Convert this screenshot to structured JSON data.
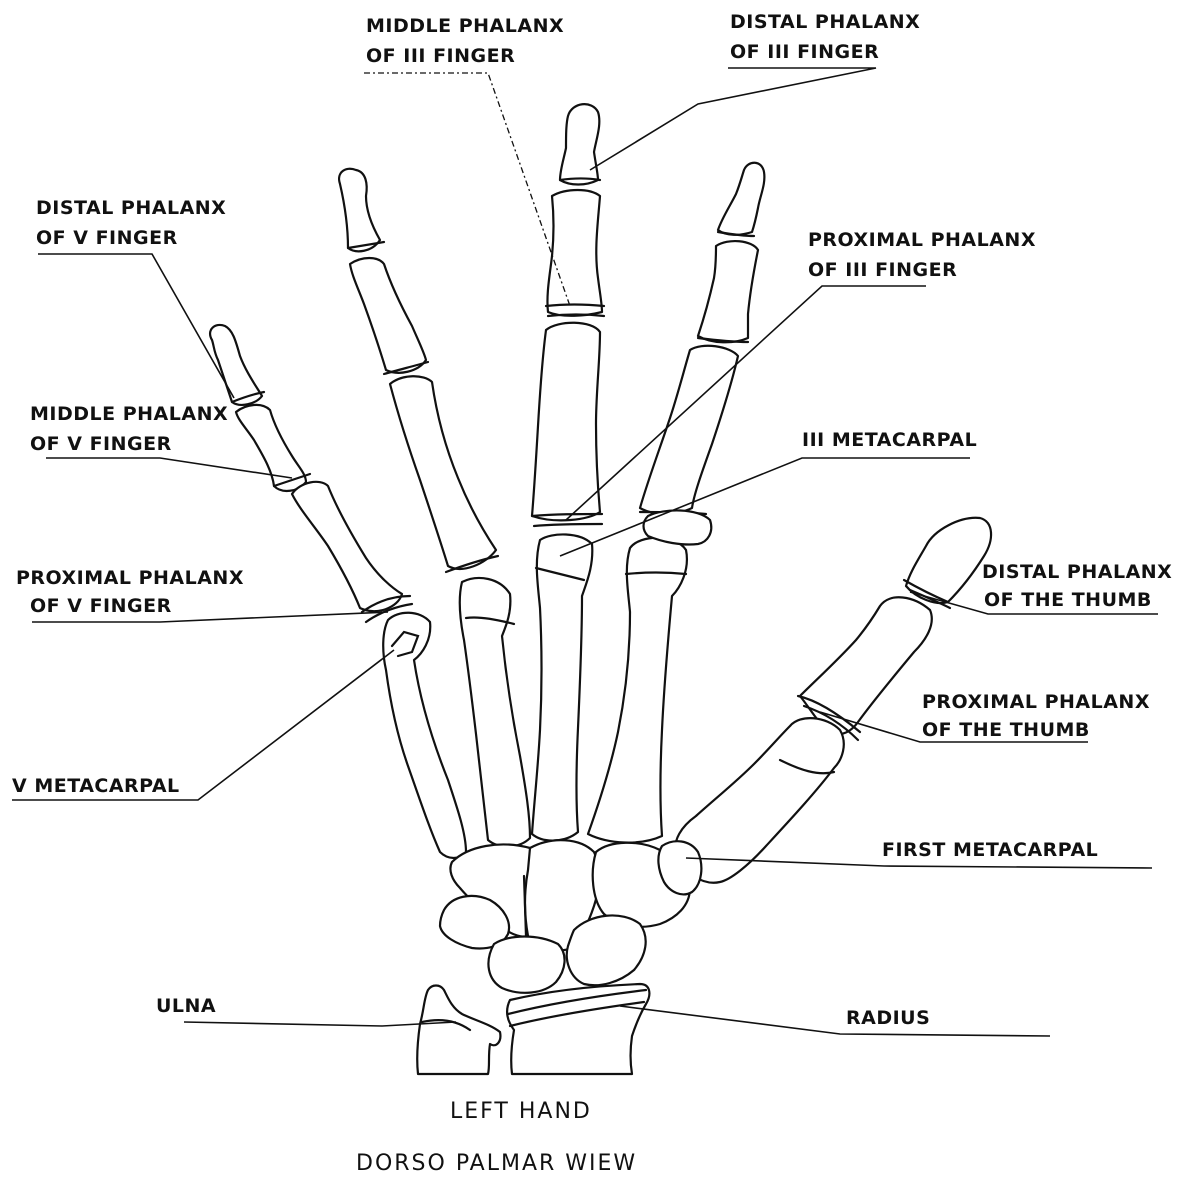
{
  "labels": {
    "middle_phalanx_iii": [
      "MIDDLE PHALANX",
      "OF III FINGER"
    ],
    "distal_phalanx_iii": [
      "DISTAL PHALANX",
      "OF III FINGER"
    ],
    "distal_phalanx_v": [
      "DISTAL PHALANX",
      "OF V FINGER"
    ],
    "proximal_phalanx_iii": [
      "PROXIMAL PHALANX",
      "OF III FINGER"
    ],
    "middle_phalanx_v": [
      "MIDDLE PHALANX",
      "OF V FINGER"
    ],
    "iii_metacarpal": "III METACARPAL",
    "proximal_phalanx_v": [
      "PROXIMAL PHALANX",
      "OF V FINGER"
    ],
    "distal_phalanx_thumb": [
      "DISTAL PHALANX",
      "OF THE THUMB"
    ],
    "proximal_phalanx_thumb": [
      "PROXIMAL PHALANX",
      "OF THE THUMB"
    ],
    "v_metacarpal": "V METACARPAL",
    "first_metacarpal": "FIRST METACARPAL",
    "ulna": "ULNA",
    "radius": "RADIUS"
  },
  "caption": {
    "line1": "LEFT HAND",
    "line2": "DORSO PALMAR WIEW"
  }
}
